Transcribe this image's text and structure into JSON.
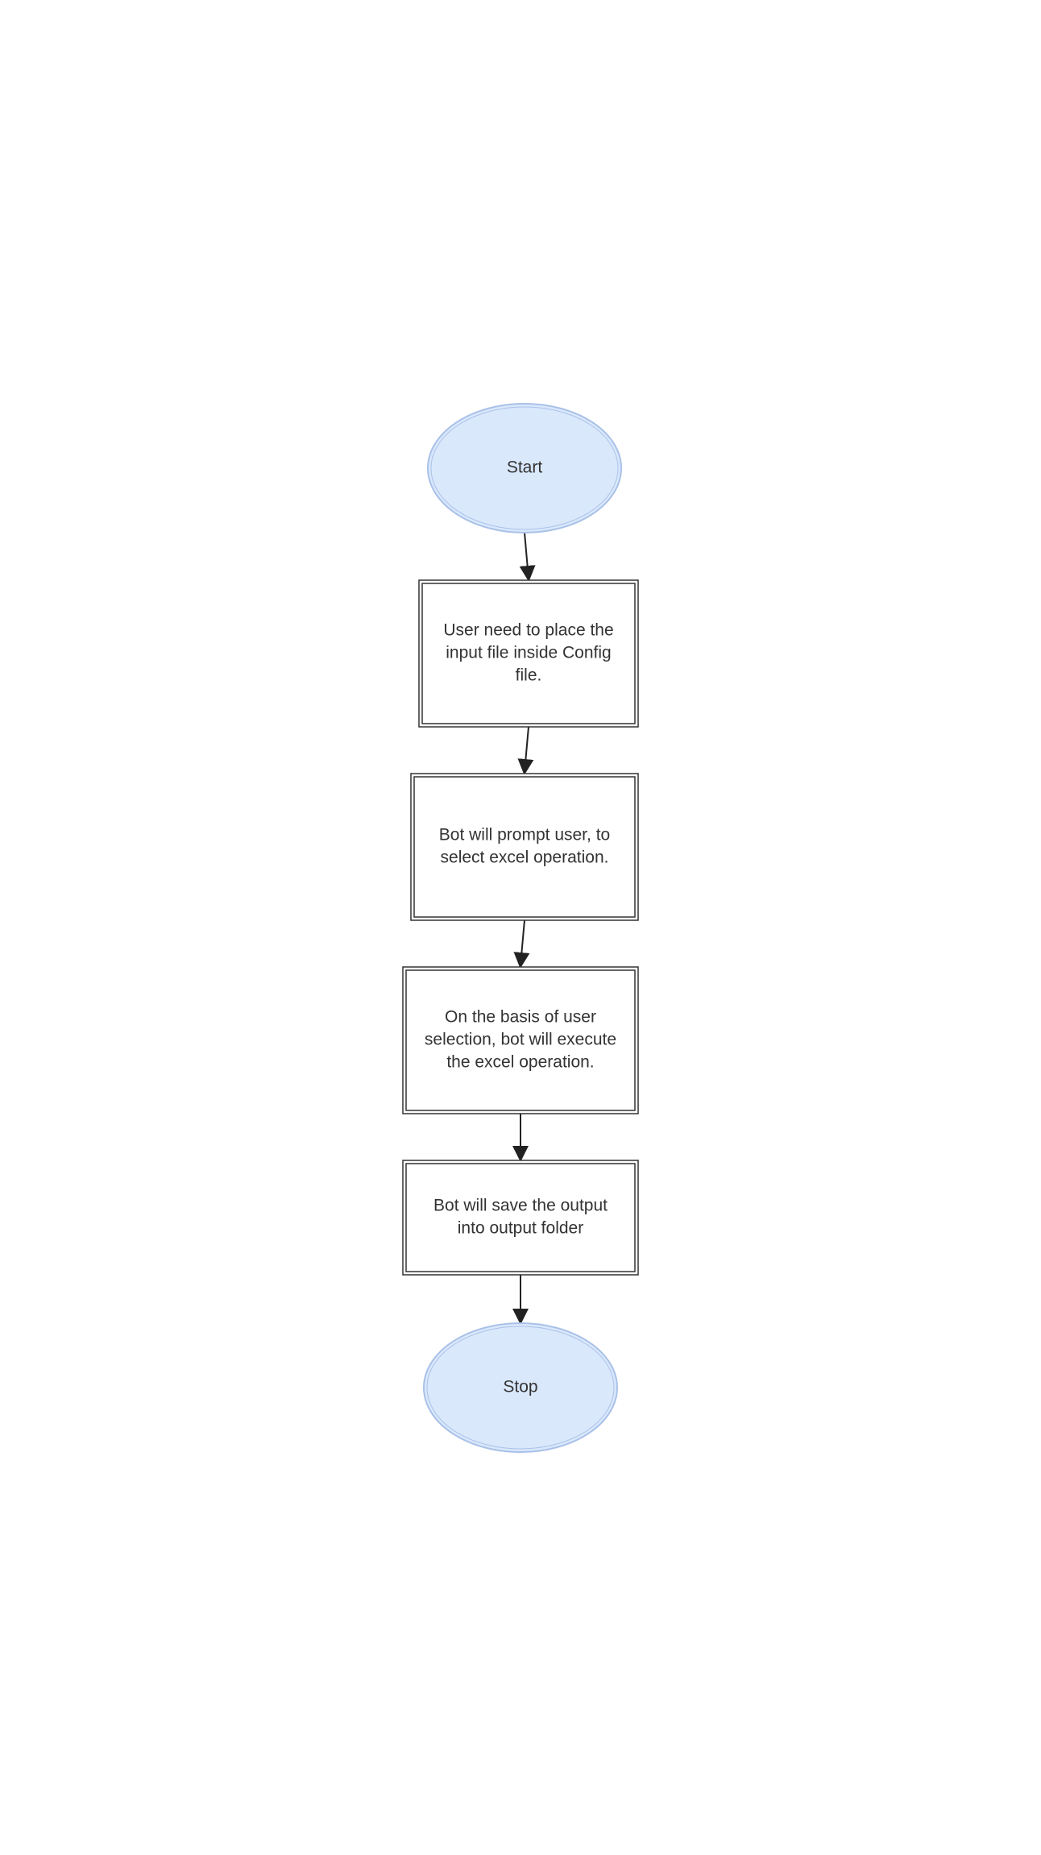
{
  "diagram": {
    "type": "flowchart",
    "colors": {
      "terminal_fill": "#dae8fc",
      "terminal_stroke": "#a9c1e8",
      "box_fill": "#ffffff",
      "box_stroke": "#333333",
      "arrow": "#222222",
      "text": "#333333"
    },
    "nodes": [
      {
        "id": "start",
        "shape": "ellipse",
        "lines": [
          "Start"
        ]
      },
      {
        "id": "place-input",
        "shape": "rect",
        "lines": [
          "User need to place the",
          "input file inside Config",
          "file."
        ]
      },
      {
        "id": "prompt-user",
        "shape": "rect",
        "lines": [
          "Bot will prompt user, to",
          "select excel operation."
        ]
      },
      {
        "id": "execute-op",
        "shape": "rect",
        "lines": [
          "On the basis of user",
          "selection, bot will execute",
          "the excel operation."
        ]
      },
      {
        "id": "save-output",
        "shape": "rect",
        "lines": [
          "Bot will save the output",
          "into output folder"
        ]
      },
      {
        "id": "stop",
        "shape": "ellipse",
        "lines": [
          "Stop"
        ]
      }
    ],
    "edges": [
      {
        "from": "start",
        "to": "place-input"
      },
      {
        "from": "place-input",
        "to": "prompt-user"
      },
      {
        "from": "prompt-user",
        "to": "execute-op"
      },
      {
        "from": "execute-op",
        "to": "save-output"
      },
      {
        "from": "save-output",
        "to": "stop"
      }
    ]
  }
}
